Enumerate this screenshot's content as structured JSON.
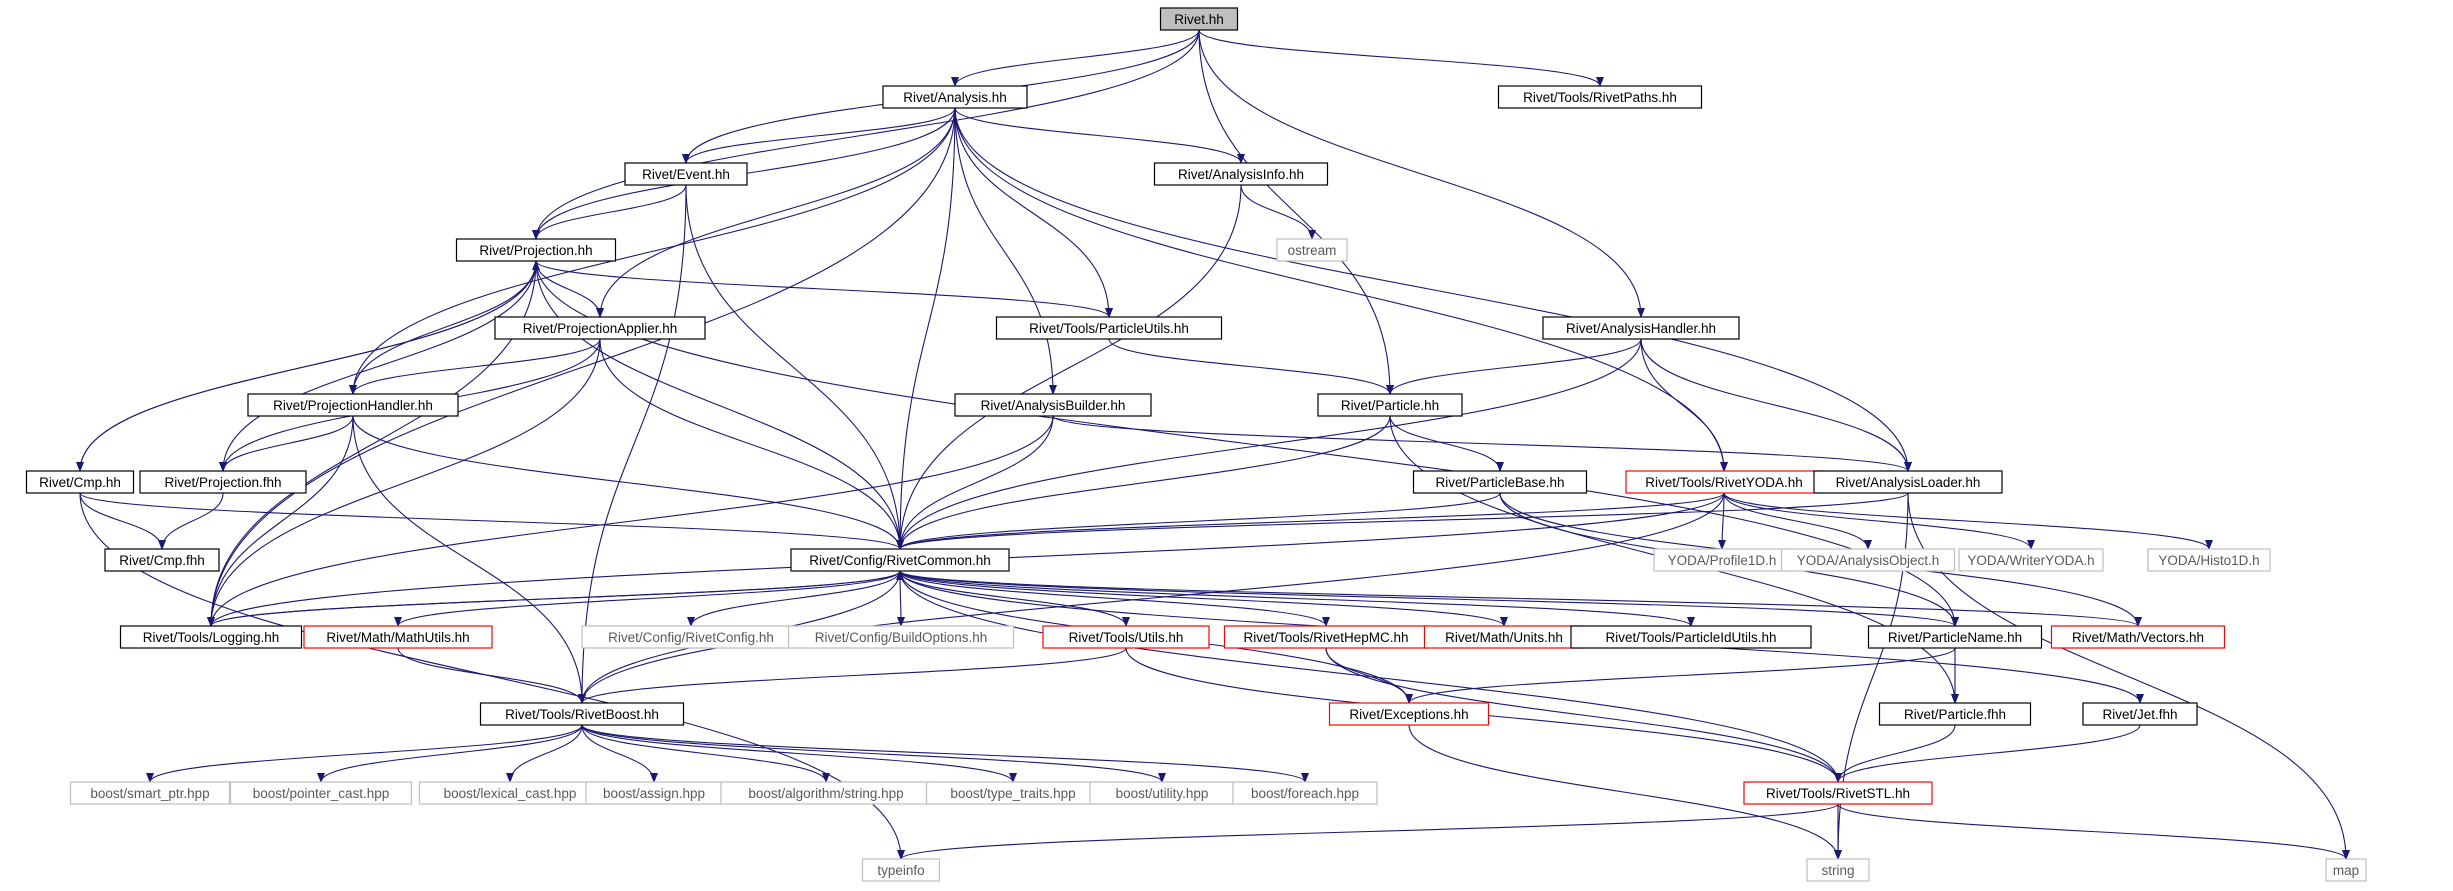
{
  "diagram": {
    "title": "Rivet.hh",
    "colors": {
      "edge": "#191970",
      "root_fill": "#bfbfbf",
      "node_border": "#000000",
      "highlight_border": "#ff0000",
      "external_border": "#bfbfbf",
      "highlight_text": "#ff0000",
      "external_text": "#5a5a5a",
      "text": "#000000"
    },
    "nodes": [
      {
        "id": "rivet_hh",
        "label": "Rivet.hh",
        "kind": "root"
      },
      {
        "id": "analysis",
        "label": "Rivet/Analysis.hh",
        "kind": "normal"
      },
      {
        "id": "rivetpaths",
        "label": "Rivet/Tools/RivetPaths.hh",
        "kind": "normal"
      },
      {
        "id": "event",
        "label": "Rivet/Event.hh",
        "kind": "normal"
      },
      {
        "id": "analysisinfo",
        "label": "Rivet/AnalysisInfo.hh",
        "kind": "normal"
      },
      {
        "id": "ostream",
        "label": "ostream",
        "kind": "external"
      },
      {
        "id": "projection",
        "label": "Rivet/Projection.hh",
        "kind": "normal"
      },
      {
        "id": "projapplier",
        "label": "Rivet/ProjectionApplier.hh",
        "kind": "normal"
      },
      {
        "id": "particleutils",
        "label": "Rivet/Tools/ParticleUtils.hh",
        "kind": "normal"
      },
      {
        "id": "analysishandler",
        "label": "Rivet/AnalysisHandler.hh",
        "kind": "normal"
      },
      {
        "id": "projhandler",
        "label": "Rivet/ProjectionHandler.hh",
        "kind": "normal"
      },
      {
        "id": "analysisbuilder",
        "label": "Rivet/AnalysisBuilder.hh",
        "kind": "normal"
      },
      {
        "id": "particle",
        "label": "Rivet/Particle.hh",
        "kind": "normal"
      },
      {
        "id": "cmp",
        "label": "Rivet/Cmp.hh",
        "kind": "normal"
      },
      {
        "id": "projfhh",
        "label": "Rivet/Projection.fhh",
        "kind": "normal"
      },
      {
        "id": "particlebase",
        "label": "Rivet/ParticleBase.hh",
        "kind": "normal"
      },
      {
        "id": "rivetyoda",
        "label": "Rivet/Tools/RivetYODA.hh",
        "kind": "highlight"
      },
      {
        "id": "analysisloader",
        "label": "Rivet/AnalysisLoader.hh",
        "kind": "normal"
      },
      {
        "id": "cmpfhh",
        "label": "Rivet/Cmp.fhh",
        "kind": "normal"
      },
      {
        "id": "rivetcommon",
        "label": "Rivet/Config/RivetCommon.hh",
        "kind": "normal"
      },
      {
        "id": "yodaprofile",
        "label": "YODA/Profile1D.h",
        "kind": "external"
      },
      {
        "id": "yodaao",
        "label": "YODA/AnalysisObject.h",
        "kind": "external"
      },
      {
        "id": "yodawriter",
        "label": "YODA/WriterYODA.h",
        "kind": "external"
      },
      {
        "id": "yodahisto",
        "label": "YODA/Histo1D.h",
        "kind": "external"
      },
      {
        "id": "logging",
        "label": "Rivet/Tools/Logging.hh",
        "kind": "normal"
      },
      {
        "id": "mathutils",
        "label": "Rivet/Math/MathUtils.hh",
        "kind": "highlight"
      },
      {
        "id": "rivetconfig",
        "label": "Rivet/Config/RivetConfig.hh",
        "kind": "external"
      },
      {
        "id": "buildoptions",
        "label": "Rivet/Config/BuildOptions.hh",
        "kind": "external"
      },
      {
        "id": "utils",
        "label": "Rivet/Tools/Utils.hh",
        "kind": "highlight"
      },
      {
        "id": "rivethepmc",
        "label": "Rivet/Tools/RivetHepMC.hh",
        "kind": "highlight"
      },
      {
        "id": "units",
        "label": "Rivet/Math/Units.hh",
        "kind": "highlight"
      },
      {
        "id": "particleidutils",
        "label": "Rivet/Tools/ParticleIdUtils.hh",
        "kind": "normal"
      },
      {
        "id": "particlename",
        "label": "Rivet/ParticleName.hh",
        "kind": "normal"
      },
      {
        "id": "vectors",
        "label": "Rivet/Math/Vectors.hh",
        "kind": "highlight"
      },
      {
        "id": "rivetboost",
        "label": "Rivet/Tools/RivetBoost.hh",
        "kind": "normal"
      },
      {
        "id": "exceptions",
        "label": "Rivet/Exceptions.hh",
        "kind": "highlight"
      },
      {
        "id": "particlefhh",
        "label": "Rivet/Particle.fhh",
        "kind": "normal"
      },
      {
        "id": "jetfhh",
        "label": "Rivet/Jet.fhh",
        "kind": "normal"
      },
      {
        "id": "smartptr",
        "label": "boost/smart_ptr.hpp",
        "kind": "external"
      },
      {
        "id": "pointercast",
        "label": "boost/pointer_cast.hpp",
        "kind": "external"
      },
      {
        "id": "lexicalcast",
        "label": "boost/lexical_cast.hpp",
        "kind": "external"
      },
      {
        "id": "assign",
        "label": "boost/assign.hpp",
        "kind": "external"
      },
      {
        "id": "algstring",
        "label": "boost/algorithm/string.hpp",
        "kind": "external"
      },
      {
        "id": "typetraits",
        "label": "boost/type_traits.hpp",
        "kind": "external"
      },
      {
        "id": "utility",
        "label": "boost/utility.hpp",
        "kind": "external"
      },
      {
        "id": "foreach",
        "label": "boost/foreach.hpp",
        "kind": "external"
      },
      {
        "id": "rivetstl",
        "label": "Rivet/Tools/RivetSTL.hh",
        "kind": "highlight"
      },
      {
        "id": "typeinfo",
        "label": "typeinfo",
        "kind": "external"
      },
      {
        "id": "string",
        "label": "string",
        "kind": "external"
      },
      {
        "id": "map",
        "label": "map",
        "kind": "external"
      }
    ],
    "edges": [
      [
        "rivet_hh",
        "analysis"
      ],
      [
        "rivet_hh",
        "rivetpaths"
      ],
      [
        "rivet_hh",
        "event"
      ],
      [
        "rivet_hh",
        "projection"
      ],
      [
        "rivet_hh",
        "particle"
      ],
      [
        "rivet_hh",
        "analysishandler"
      ],
      [
        "analysis",
        "event"
      ],
      [
        "analysis",
        "projection"
      ],
      [
        "analysis",
        "projapplier"
      ],
      [
        "analysis",
        "particleutils"
      ],
      [
        "analysis",
        "analysisinfo"
      ],
      [
        "analysis",
        "analysisbuilder"
      ],
      [
        "analysis",
        "rivetyoda"
      ],
      [
        "analysis",
        "analysisloader"
      ],
      [
        "analysis",
        "rivetcommon"
      ],
      [
        "analysis",
        "projhandler"
      ],
      [
        "analysis",
        "logging"
      ],
      [
        "event",
        "projection"
      ],
      [
        "event",
        "rivetcommon"
      ],
      [
        "event",
        "rivetboost"
      ],
      [
        "analysisinfo",
        "ostream"
      ],
      [
        "analysisinfo",
        "rivetcommon"
      ],
      [
        "projection",
        "projapplier"
      ],
      [
        "projection",
        "projhandler"
      ],
      [
        "projection",
        "particleutils"
      ],
      [
        "projection",
        "cmp"
      ],
      [
        "projection",
        "projfhh"
      ],
      [
        "projection",
        "rivetcommon"
      ],
      [
        "projection",
        "logging"
      ],
      [
        "projection",
        "particlename"
      ],
      [
        "projapplier",
        "projhandler"
      ],
      [
        "projapplier",
        "projfhh"
      ],
      [
        "projapplier",
        "rivetcommon"
      ],
      [
        "projapplier",
        "logging"
      ],
      [
        "particleutils",
        "particle"
      ],
      [
        "analysishandler",
        "particle"
      ],
      [
        "analysishandler",
        "rivetyoda"
      ],
      [
        "analysishandler",
        "analysisloader"
      ],
      [
        "analysishandler",
        "rivetcommon"
      ],
      [
        "projhandler",
        "projfhh"
      ],
      [
        "projhandler",
        "rivetcommon"
      ],
      [
        "projhandler",
        "logging"
      ],
      [
        "projhandler",
        "rivetboost"
      ],
      [
        "analysisbuilder",
        "rivetcommon"
      ],
      [
        "analysisbuilder",
        "analysisloader"
      ],
      [
        "analysisbuilder",
        "logging"
      ],
      [
        "particle",
        "particlebase"
      ],
      [
        "particle",
        "rivetcommon"
      ],
      [
        "particle",
        "particlefhh"
      ],
      [
        "cmp",
        "projection"
      ],
      [
        "cmp",
        "cmpfhh"
      ],
      [
        "cmp",
        "rivetcommon"
      ],
      [
        "cmp",
        "typeinfo"
      ],
      [
        "projfhh",
        "cmpfhh"
      ],
      [
        "particlebase",
        "rivetcommon"
      ],
      [
        "particlebase",
        "particlename"
      ],
      [
        "particlebase",
        "vectors"
      ],
      [
        "rivetyoda",
        "rivetcommon"
      ],
      [
        "rivetyoda",
        "yodaprofile"
      ],
      [
        "rivetyoda",
        "yodaao"
      ],
      [
        "rivetyoda",
        "yodawriter"
      ],
      [
        "rivetyoda",
        "yodahisto"
      ],
      [
        "rivetyoda",
        "rivetboost"
      ],
      [
        "rivetyoda",
        "logging"
      ],
      [
        "analysisloader",
        "rivetcommon"
      ],
      [
        "analysisloader",
        "string"
      ],
      [
        "analysisloader",
        "map"
      ],
      [
        "rivetcommon",
        "logging"
      ],
      [
        "rivetcommon",
        "mathutils"
      ],
      [
        "rivetcommon",
        "rivetconfig"
      ],
      [
        "rivetcommon",
        "buildoptions"
      ],
      [
        "rivetcommon",
        "utils"
      ],
      [
        "rivetcommon",
        "rivethepmc"
      ],
      [
        "rivetcommon",
        "units"
      ],
      [
        "rivetcommon",
        "particleidutils"
      ],
      [
        "rivetcommon",
        "particlename"
      ],
      [
        "rivetcommon",
        "vectors"
      ],
      [
        "rivetcommon",
        "rivetboost"
      ],
      [
        "rivetcommon",
        "exceptions"
      ],
      [
        "rivetcommon",
        "rivetstl"
      ],
      [
        "rivetcommon",
        "jetfhh"
      ],
      [
        "logging",
        "rivetcommon"
      ],
      [
        "mathutils",
        "rivetboost"
      ],
      [
        "utils",
        "rivetboost"
      ],
      [
        "utils",
        "rivetstl"
      ],
      [
        "rivethepmc",
        "exceptions"
      ],
      [
        "rivethepmc",
        "rivetstl"
      ],
      [
        "particlename",
        "particlefhh"
      ],
      [
        "particlename",
        "exceptions"
      ],
      [
        "rivetboost",
        "smartptr"
      ],
      [
        "rivetboost",
        "pointercast"
      ],
      [
        "rivetboost",
        "lexicalcast"
      ],
      [
        "rivetboost",
        "assign"
      ],
      [
        "rivetboost",
        "algstring"
      ],
      [
        "rivetboost",
        "typetraits"
      ],
      [
        "rivetboost",
        "utility"
      ],
      [
        "rivetboost",
        "foreach"
      ],
      [
        "exceptions",
        "string"
      ],
      [
        "particlefhh",
        "rivetstl"
      ],
      [
        "jetfhh",
        "rivetstl"
      ],
      [
        "rivetstl",
        "typeinfo"
      ],
      [
        "rivetstl",
        "string"
      ],
      [
        "rivetstl",
        "map"
      ]
    ]
  }
}
